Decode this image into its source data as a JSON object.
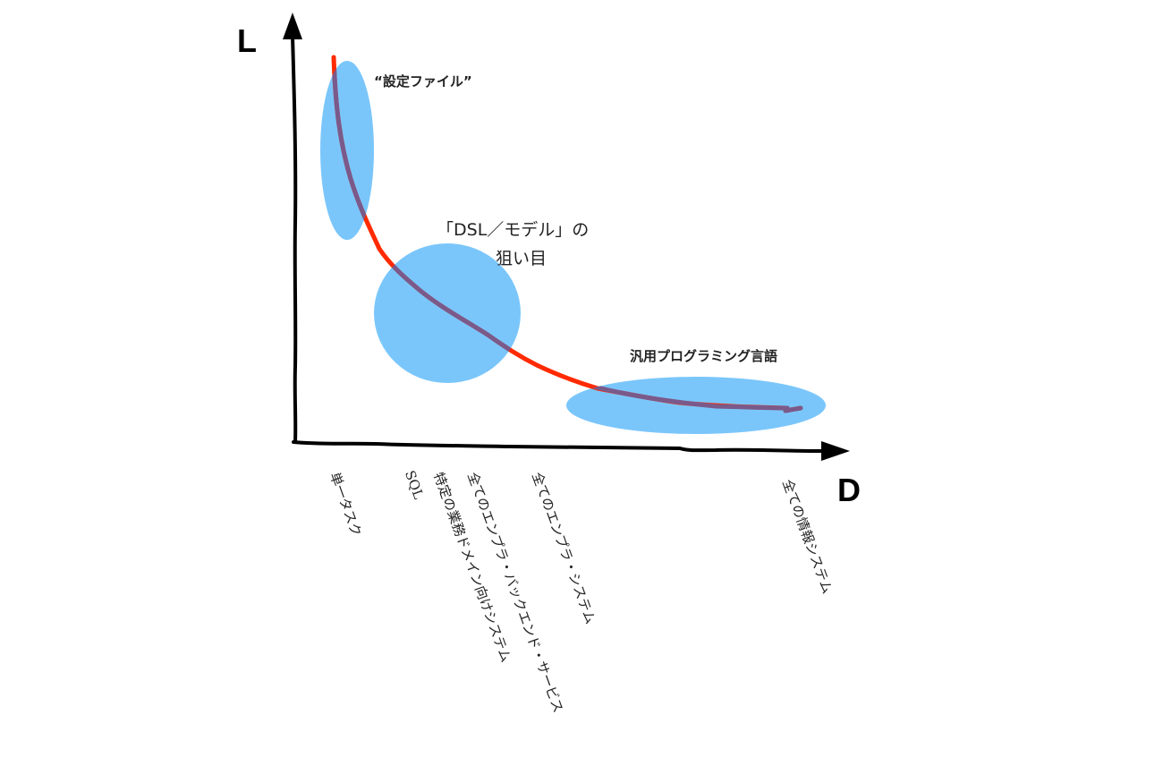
{
  "diagram": {
    "axes": {
      "y_label": "L",
      "x_label": "D"
    },
    "regions": [
      {
        "id": "config",
        "label": "“設定ファイル”",
        "color": "#7ac6fb"
      },
      {
        "id": "dsl",
        "label_line1": "「DSL／モデル」の",
        "label_line2": "狙い目",
        "color": "#7ac6fb"
      },
      {
        "id": "gpl",
        "label": "汎用プログラミング言語",
        "color": "#7ac6fb"
      }
    ],
    "curve": {
      "color": "#ff2a00",
      "overlap_color": "#7a5a8a"
    },
    "x_ticks": [
      "単一タスク",
      "SQL",
      "特定の業務ドメイン向けシステム",
      "全てのエンプラ・バックエンド・サービス",
      "全てのエンプラ・システム",
      "全ての情報システム"
    ]
  }
}
